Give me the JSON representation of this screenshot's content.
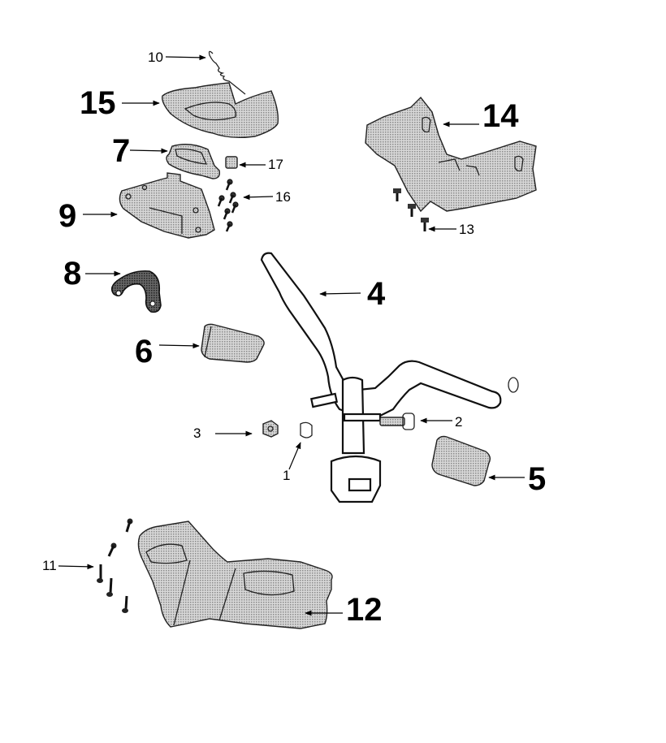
{
  "diagram": {
    "title": "Handlebar assembly exploded parts diagram",
    "colors": {
      "line": "#000000",
      "fill_pattern": "#9a9a9a",
      "background": "#ffffff"
    },
    "labels": [
      {
        "id": "1",
        "text": "1",
        "size": "small",
        "part": "collar-spacer"
      },
      {
        "id": "2",
        "text": "2",
        "size": "small",
        "part": "clamp-bolt"
      },
      {
        "id": "3",
        "text": "3",
        "size": "small",
        "part": "nut"
      },
      {
        "id": "4",
        "text": "4",
        "size": "large",
        "part": "handlebar"
      },
      {
        "id": "5",
        "text": "5",
        "size": "large",
        "part": "right-handlebar-end-cover"
      },
      {
        "id": "6",
        "text": "6",
        "size": "large",
        "part": "left-handlebar-end-cover"
      },
      {
        "id": "7",
        "text": "7",
        "size": "large",
        "part": "speedometer"
      },
      {
        "id": "8",
        "text": "8",
        "size": "large",
        "part": "bracket"
      },
      {
        "id": "9",
        "text": "9",
        "size": "large",
        "part": "instrument-support"
      },
      {
        "id": "10",
        "text": "10",
        "size": "small",
        "part": "spring"
      },
      {
        "id": "11",
        "text": "11",
        "size": "small",
        "part": "screws-rear-cover"
      },
      {
        "id": "12",
        "text": "12",
        "size": "large",
        "part": "rear-handlebar-cover"
      },
      {
        "id": "13",
        "text": "13",
        "size": "small",
        "part": "screws-front-cover"
      },
      {
        "id": "14",
        "text": "14",
        "size": "large",
        "part": "front-handlebar-cover"
      },
      {
        "id": "15",
        "text": "15",
        "size": "large",
        "part": "instrument-cover"
      },
      {
        "id": "16",
        "text": "16",
        "size": "small",
        "part": "screws-instrument"
      },
      {
        "id": "17",
        "text": "17",
        "size": "small",
        "part": "clip"
      }
    ]
  }
}
